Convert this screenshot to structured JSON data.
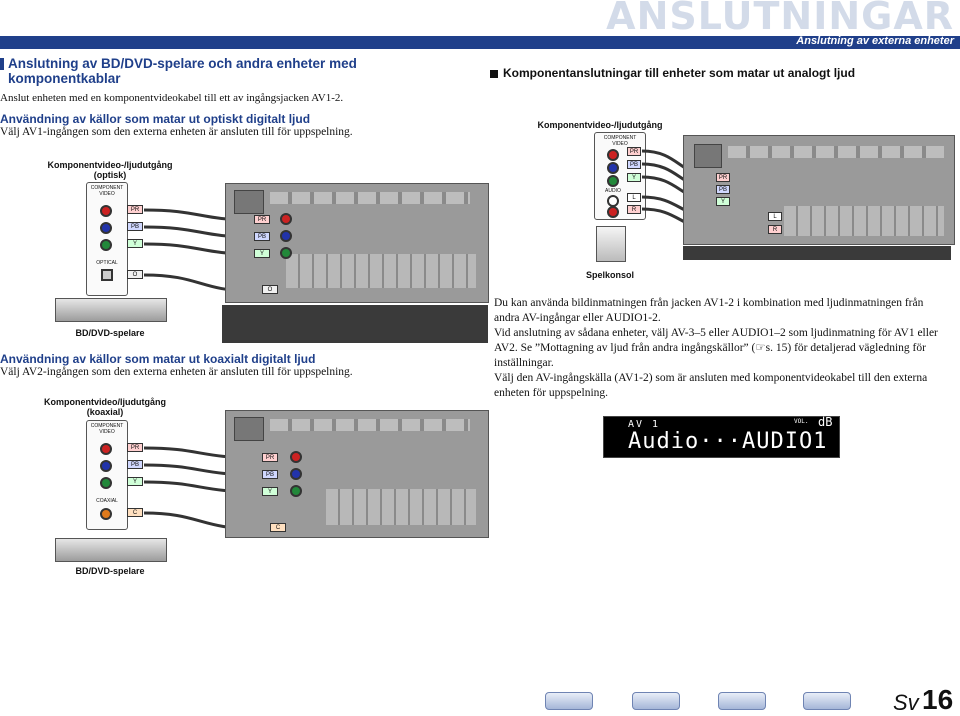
{
  "header": {
    "watermark": "ANSLUTNINGAR",
    "subtitle": "Anslutning av externa enheter"
  },
  "left": {
    "title_line1": "Anslutning av BD/DVD-spelare och andra enheter med",
    "title_line2": "komponentkablar",
    "intro": "Anslut enheten med en komponentvideokabel till ett av ingångsjacken AV1-2.",
    "optical": {
      "heading": "Användning av källor som matar ut optiskt digitalt ljud",
      "text": "Välj AV1-ingången som den externa enheten är ansluten till för uppspelning.",
      "device_label_line1": "Komponentvideo-/ljudutgång",
      "device_label_line2": "(optisk)",
      "jack_group": "COMPONENT",
      "jack_sub": "VIDEO",
      "digital_label": "OPTICAL",
      "player": "BD/DVD-spelare",
      "plug_labels": [
        "PR",
        "PB",
        "Y",
        "O"
      ]
    },
    "coaxial": {
      "heading": "Användning av källor som matar ut koaxialt digitalt ljud",
      "text": "Välj AV2-ingången som den externa enheten är ansluten till för uppspelning.",
      "device_label_line1": "Komponentvideo/ljudutgång",
      "device_label_line2": "(koaxial)",
      "jack_group": "COMPONENT",
      "jack_sub": "VIDEO",
      "digital_label": "COAXIAL",
      "player": "BD/DVD-spelare",
      "plug_labels": [
        "PR",
        "PB",
        "Y",
        "C"
      ]
    }
  },
  "right": {
    "heading": "Komponentanslutningar till enheter som matar ut analogt ljud",
    "device_label": "Komponentvideo-/ljudutgång",
    "jack_group": "COMPONENT",
    "jack_sub": "VIDEO",
    "audio_label": "AUDIO",
    "console_label": "Spelkonsol",
    "plug_labels": [
      "PR",
      "PB",
      "Y",
      "L",
      "R"
    ],
    "paragraph1": "Du kan använda bildinmatningen från jacken AV1-2 i kombination med ljudinmatningen från andra AV-ingångar eller AUDIO1-2.",
    "paragraph2": "Vid anslutning av sådana enheter, välj AV-3–5 eller AUDIO1–2 som ljudinmatning för AV1 eller AV2. Se ”Mottagning av ljud från andra ingångskällor” (☞s. 15) för detaljerad vägledning för inställningar.",
    "paragraph3": "Välj den AV-ingångskälla (AV1-2) som är ansluten med komponentvideokabel till den externa enheten för uppspelning.",
    "display": {
      "top": "AV 1",
      "main": "Audio···AUDIO1",
      "vol": "VOL.",
      "db": "dB"
    }
  },
  "footer": {
    "lang": "Sv",
    "page": "16"
  },
  "colors": {
    "accent": "#1f3f8a",
    "pr": "#cc2222",
    "pb": "#2233aa",
    "y": "#22883a",
    "digital": "#e07a1c"
  }
}
